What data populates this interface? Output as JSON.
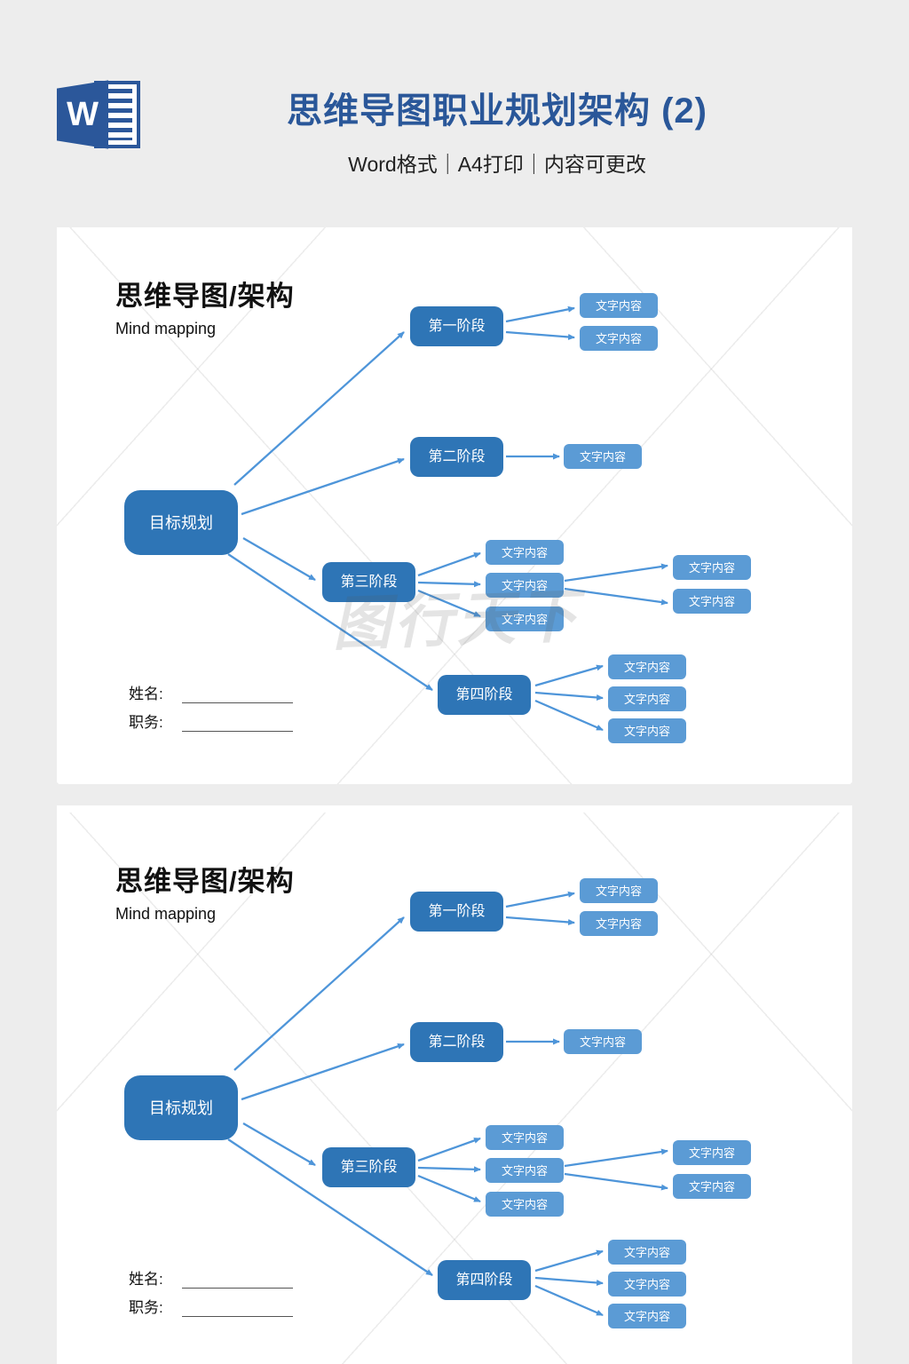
{
  "page": {
    "background_color": "#ededed"
  },
  "header": {
    "icon": "word-logo",
    "icon_letter": "W",
    "title": "思维导图职业规划架构 (2)",
    "subtitle": "Word格式｜A4打印｜内容可更改",
    "title_color": "#2a5799",
    "icon_color": "#2b579a"
  },
  "watermark": {
    "text": "图行天下"
  },
  "diagram": {
    "heading": "思维导图/架构",
    "subheading": "Mind mapping",
    "root": {
      "label": "目标规划"
    },
    "stages": [
      {
        "label": "第一阶段",
        "children": [
          "文字内容",
          "文字内容"
        ]
      },
      {
        "label": "第二阶段",
        "children": [
          "文字内容"
        ]
      },
      {
        "label": "第三阶段",
        "children": [
          "文字内容",
          "文字内容",
          "文字内容"
        ],
        "grandchildren": [
          "文字内容",
          "文字内容"
        ]
      },
      {
        "label": "第四阶段",
        "children": [
          "文字内容",
          "文字内容",
          "文字内容"
        ]
      }
    ],
    "form": {
      "name_label": "姓名:",
      "title_label": "职务:"
    },
    "colors": {
      "stage_node": "#2e75b6",
      "leaf_node": "#5b9bd5",
      "arrow": "#4e95d9"
    }
  }
}
